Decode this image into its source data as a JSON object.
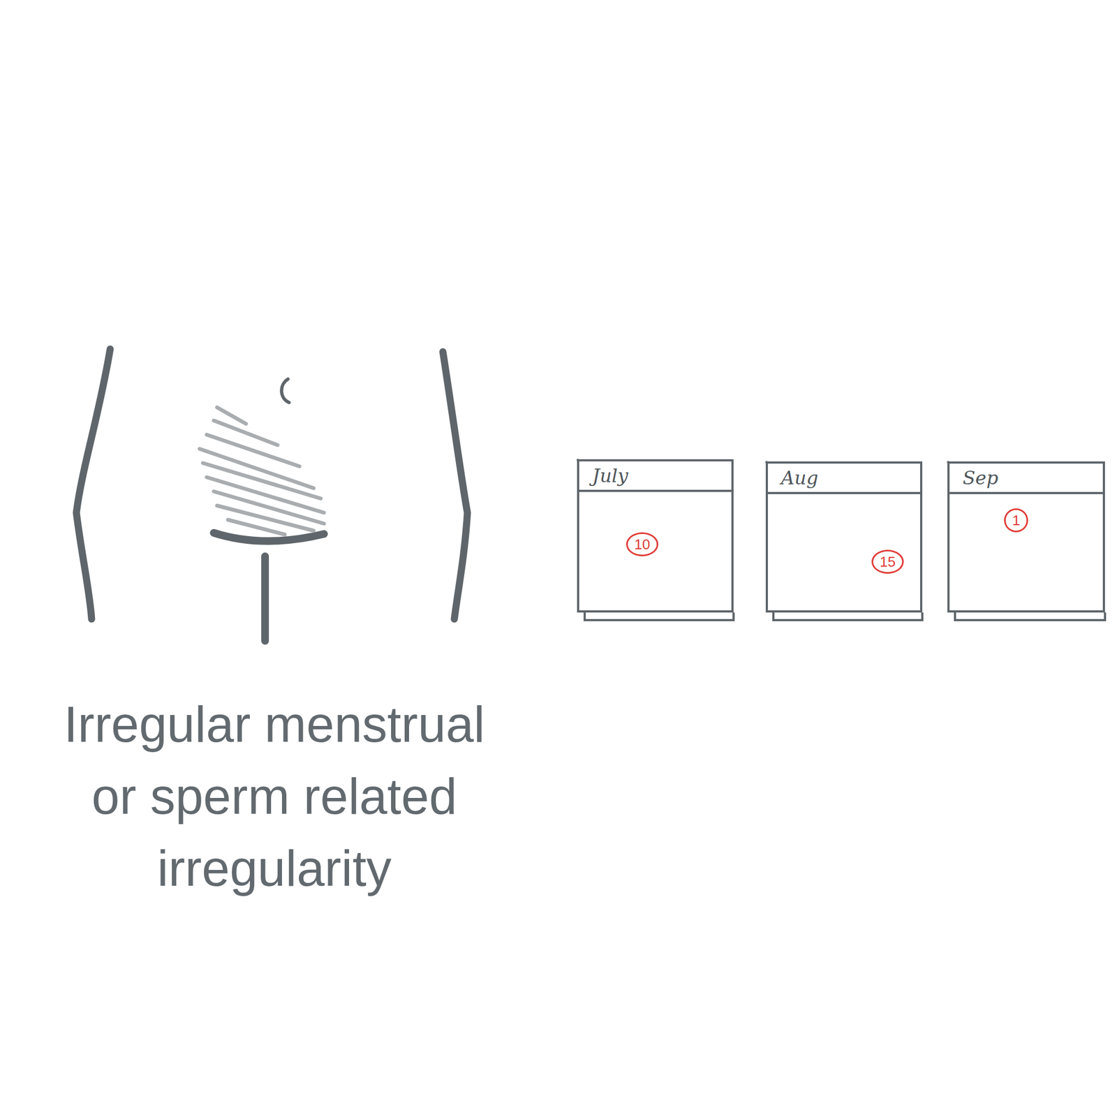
{
  "diagram": {
    "caption": "Irregular menstrual or sperm related irregularity",
    "nodes": [
      {
        "text": [
          "July",
          "10"
        ]
      },
      {
        "text": [
          "Aug",
          "15"
        ]
      },
      {
        "text": [
          "Sep",
          "1"
        ]
      }
    ]
  }
}
